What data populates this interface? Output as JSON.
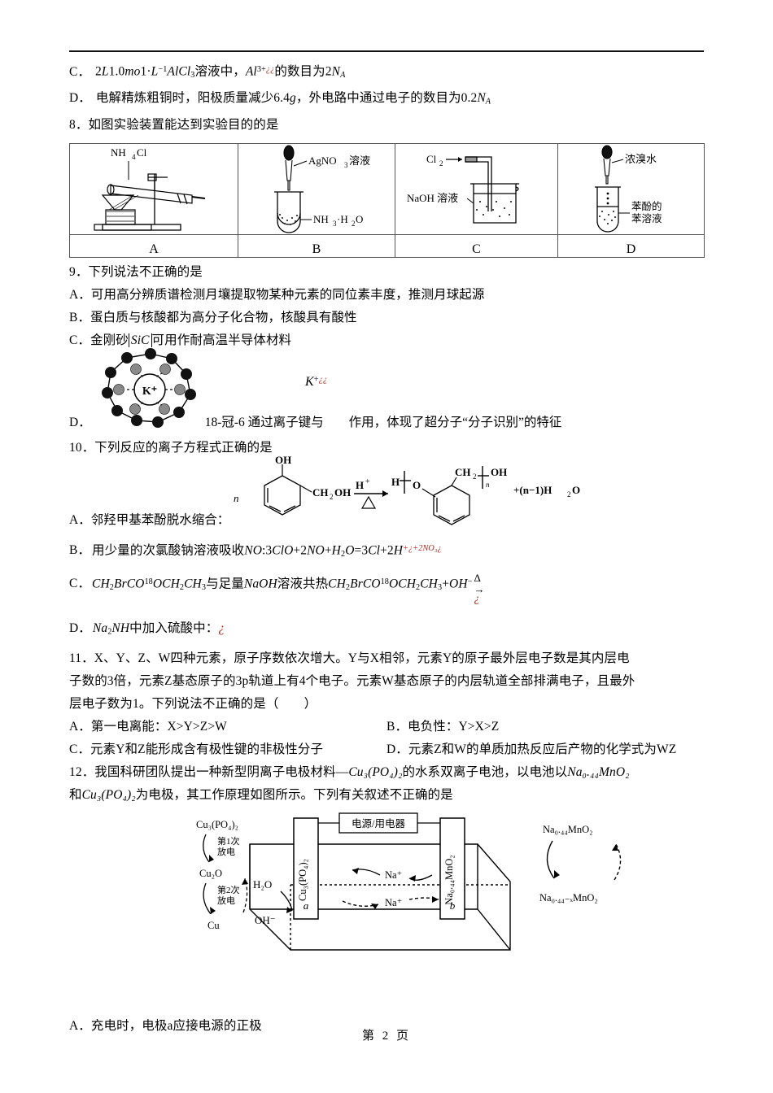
{
  "page": {
    "footer": "第 2 页",
    "number": "2"
  },
  "q7_tail": {
    "optC": {
      "label": "C．",
      "text_1": "2",
      "text_2": "L",
      "text_3": "1.0",
      "text_4": "mo",
      "text_5": "1·",
      "text_6": "L",
      "sup_6": "−1",
      "text_7": "AlCl",
      "sub_7": "3",
      "text_8": "溶液中，",
      "text_9": "Al",
      "sup_9": "3+",
      "err_9": "¿¿",
      "text_10": "的数目为",
      "text_11": "2",
      "text_12": "N",
      "sub_12": "A"
    },
    "optD": {
      "label": "D．",
      "text_1": "电解精炼粗铜时，阳极质量减少",
      "text_2": "6.4",
      "text_3": "g",
      "text_4": "，外电路中通过电子的数目为",
      "text_5": "0.2",
      "text_6": "N",
      "sub_6": "A"
    }
  },
  "q8": {
    "stem": "8．如图实验装置能达到实验目的的是",
    "columns": [
      {
        "caption": "A",
        "figure": "nh4cl-heating-apparatus",
        "labels": [
          "NH₄Cl"
        ]
      },
      {
        "caption": "B",
        "figure": "test-tube-dropper",
        "labels": [
          "AgNO₃溶液",
          "NH₃·H₂O"
        ]
      },
      {
        "caption": "C",
        "figure": "gas-absorption-beaker",
        "labels": [
          "Cl₂",
          "NaOH 溶液"
        ]
      },
      {
        "caption": "D",
        "figure": "bromine-phenol-tube",
        "labels": [
          "浓溴水",
          "苯酚的",
          "苯溶液"
        ]
      }
    ]
  },
  "q9": {
    "stem": "9．下列说法不正确的是",
    "optA": "A．可用高分辨质谱检测月壤提取物某种元素的同位素丰度，推测月球起源",
    "optB": "B．蛋白质与核酸都为高分子化合物，核酸具有酸性",
    "optC_pre": "C．金刚砂",
    "optC_formula": "SiC",
    "optC_post": "可用作耐高温半导体材料",
    "optD_label": "D．",
    "optD_kplus": "K",
    "optD_kplus_sup": "+",
    "optD_kplus_err": "¿¿",
    "optD_text": "18-冠-6 通过离子键与　　作用，体现了超分子“分子识别”的特征",
    "crown_center_label": "K⁺"
  },
  "q10": {
    "stem": "10．下列反应的离子方程式正确的是",
    "optA": "A．邻羟甲基苯酚脱水缩合：",
    "scheme": {
      "n_left": "n",
      "oh": "OH",
      "ch2oh": "CH₂OH",
      "cond_top": "H",
      "cond_top_sup": "+",
      "cond_bottom": "Δ",
      "prod_h": "H",
      "prod_o": "O",
      "prod_ch2": "CH₂",
      "prod_n": "n",
      "prod_oh": "OH",
      "water": "+(n−1)H₂O"
    },
    "optB": {
      "label": "B．",
      "text_1": "用少量的次氯酸钠溶液吸收",
      "text_2": "NO",
      "text_3": ":3",
      "text_4": "ClO",
      "text_5": "+2",
      "text_6": "NO",
      "text_7": "+",
      "text_8": "H",
      "sub_8": "2",
      "text_9": "O",
      "text_10": "=3",
      "text_11": "Cl",
      "text_12": "+2",
      "text_13": "H",
      "sup_13": "+¿+2NO₃¿"
    },
    "optC": {
      "label": "C．",
      "f1": "CH",
      "f1s": "2",
      "f2": "BrC",
      "f3": "O",
      "f3sup": "18",
      "f4": "OCH",
      "f4s": "2",
      "f5": "CH",
      "f5s": "3",
      "mid": "与足量",
      "naoh": "NaOH",
      "mid2": "溶液共热",
      "g1": "CH",
      "g1s": "2",
      "g2": "BrC",
      "g3": "O",
      "g3sup": "18",
      "g4": "OCH",
      "g4s": "2",
      "g5": "CH",
      "g5s": "3",
      "plus": "+",
      "oh": "OH",
      "ohsup": "−",
      "delta": "Δ",
      "arrow": "→",
      "err": "¿"
    },
    "optD": {
      "label": "D．",
      "f1": "Na",
      "f1s": "2",
      "f2": "NH",
      "text": "中加入硫酸中：",
      "err": "¿"
    }
  },
  "q11": {
    "stem_line1": "11．X、Y、Z、W四种元素，原子序数依次增大。Y与X相邻，元素Y的原子最外层电子数是其内层电",
    "stem_line2": "子数的3倍，元素Z基态原子的3p轨道上有4个电子。元素W基态原子的内层轨道全部排满电子，且最外",
    "stem_line3": "层电子数为1。下列说法不正确的是（　　）",
    "optA": "A．第一电离能：X>Y>Z>W",
    "optB": "B．电负性：Y>X>Z",
    "optC": "C．元素Y和Z能形成含有极性键的非极性分子",
    "optD": "D．元素Z和W的单质加热反应后产物的化学式为WZ"
  },
  "q12": {
    "stem_line1_a": "12．我国科研团队提出一种新型阴离子电极材料—",
    "stem_line1_b": "Cu₃(PO₄)₂",
    "stem_line1_c": "的水系双离子电池，以电池以",
    "stem_line1_d": "Na₀.₄₄MnO₂",
    "stem_line2_a": "和",
    "stem_line2_b": "Cu₃(PO₄)₂",
    "stem_line2_c": "为电极，其工作原理如图所示。下列有关叙述不正确的是",
    "diagram": {
      "device_box": "电源/用电器",
      "left_cycle": {
        "top": "Cu₃(PO₄)₂",
        "step1": "第1次\n放电",
        "mid": "Cu₂O",
        "step2": "第2次\n放电",
        "bottom": "Cu"
      },
      "right_cycle": {
        "top": "Na₀.₄₄MnO₂",
        "bottom": "Na₀.₄₄₋ₓMnO₂"
      },
      "electrode_a_label": "Cu₃(PO₄)₂",
      "electrode_a_name": "a",
      "electrode_b_label": "Na₀.₄₄MnO₂",
      "electrode_b_name": "b",
      "solution_labels": [
        "H₂O",
        "OH⁻",
        "Na⁺",
        "Na⁺"
      ]
    },
    "optA": "A．充电时，电极a应接电源的正极"
  }
}
